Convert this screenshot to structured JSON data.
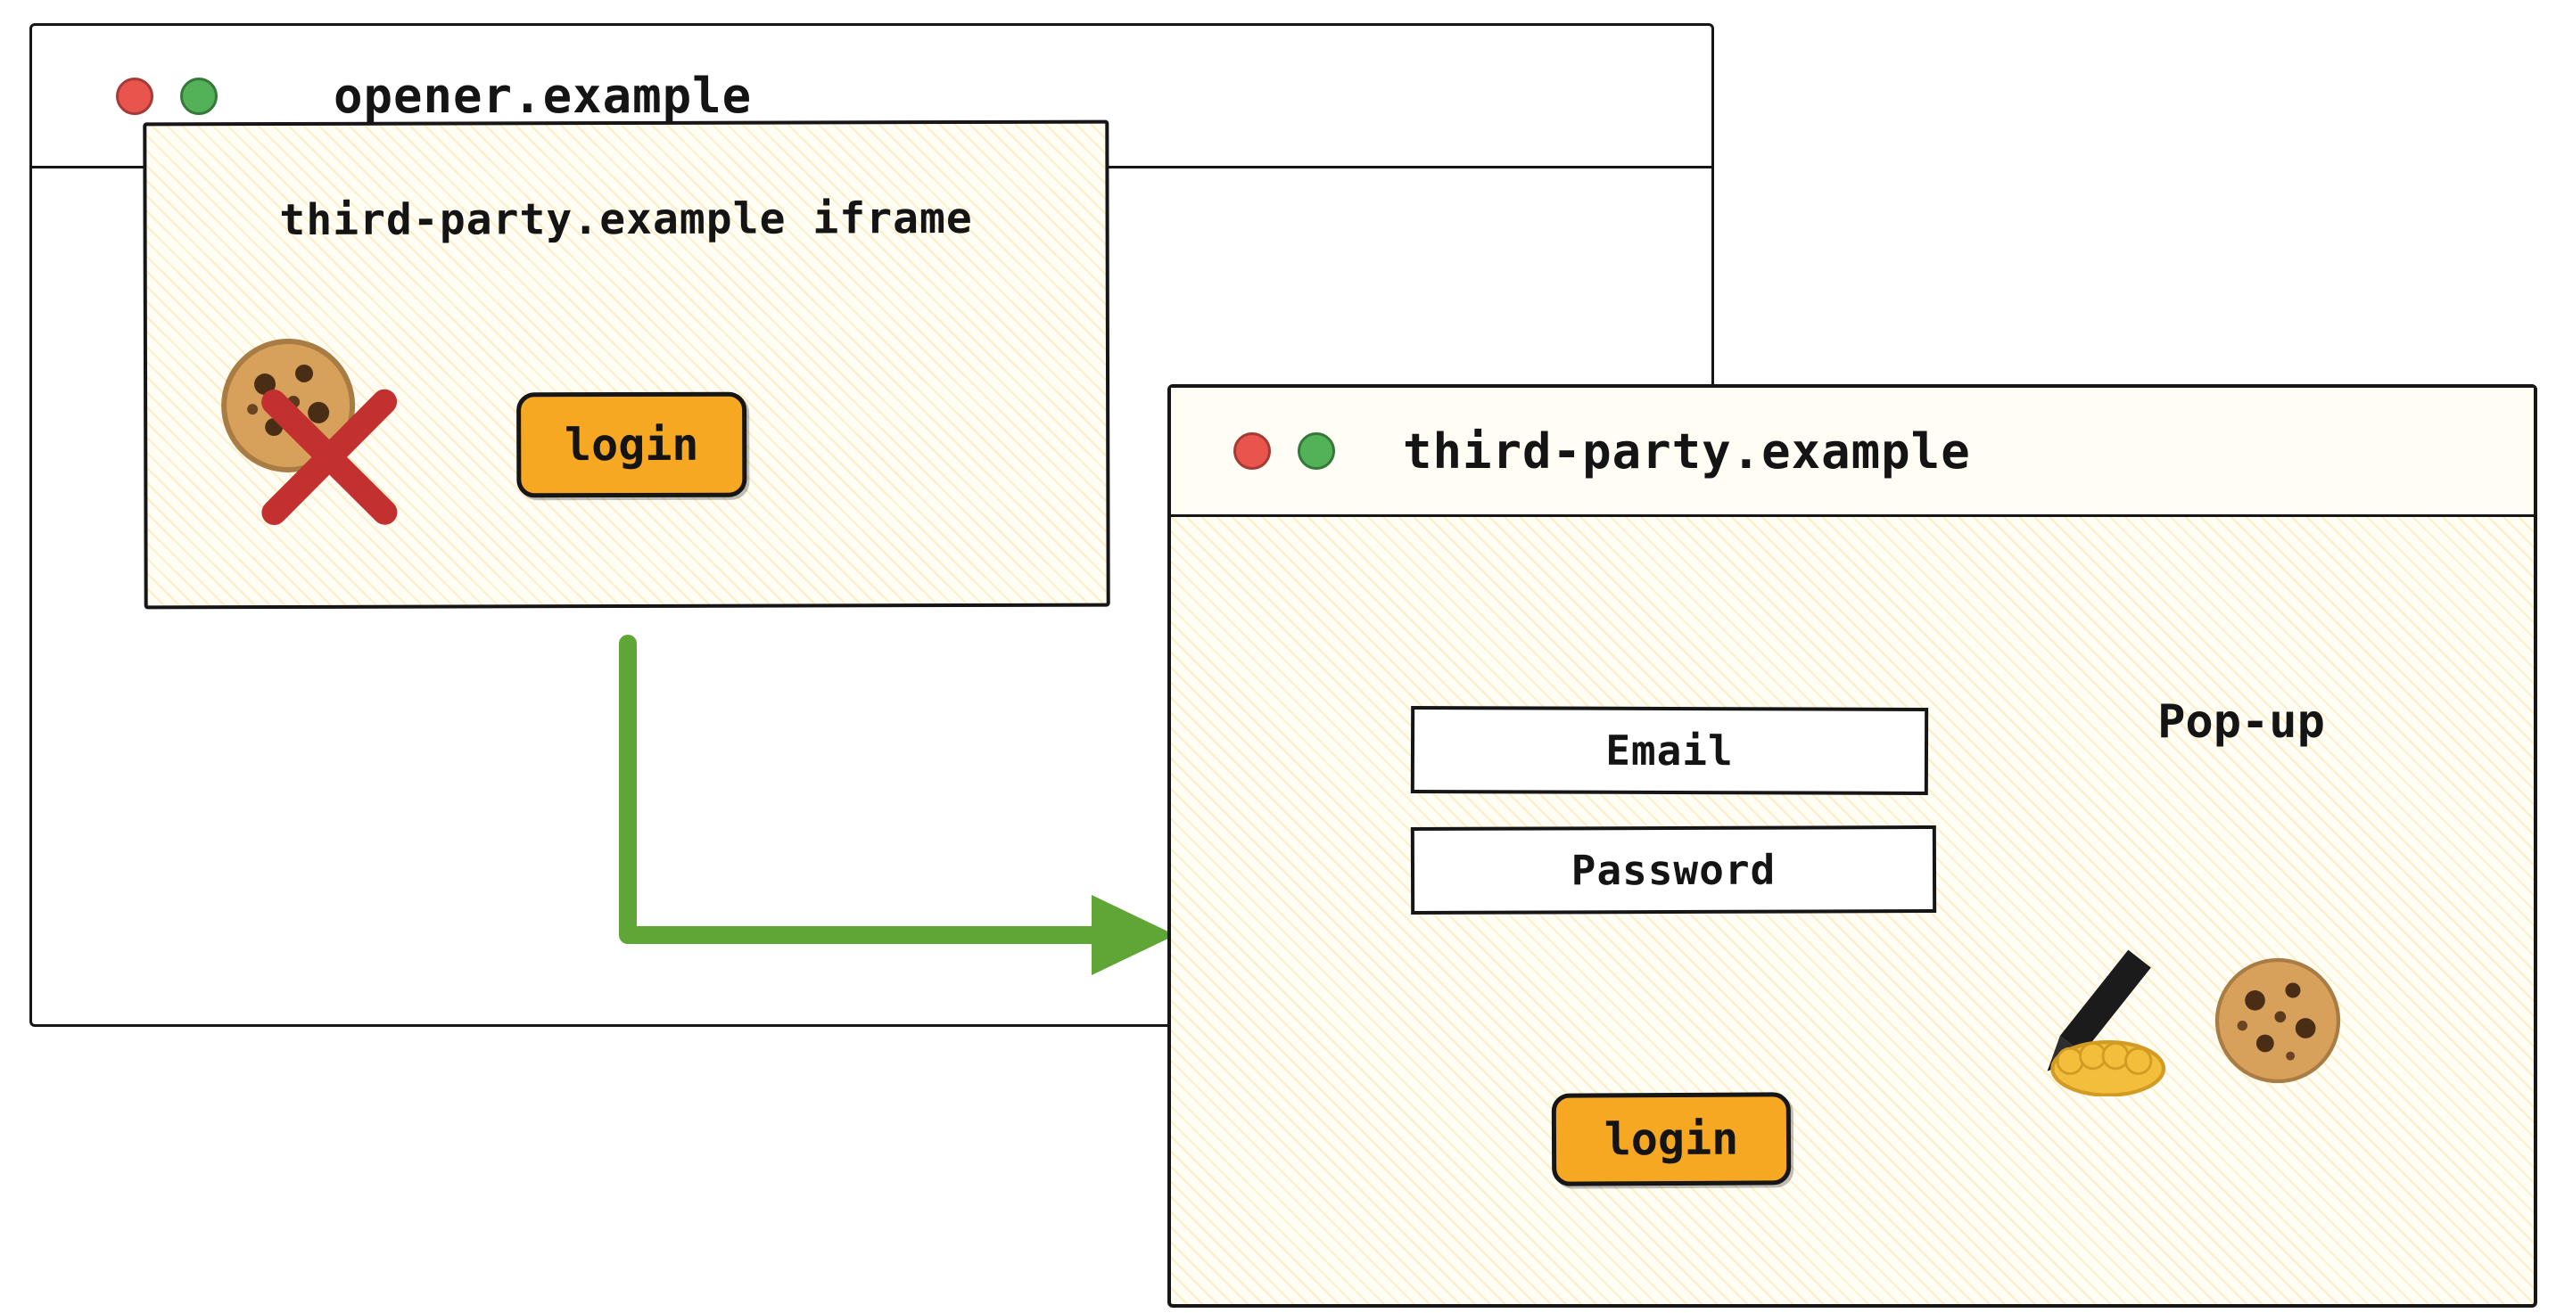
{
  "opener_window": {
    "title": "opener.example",
    "iframe": {
      "label": "third-party.example iframe",
      "login_label": "login"
    }
  },
  "popup_window": {
    "title": "third-party.example",
    "annotation": "Pop-up",
    "email_placeholder": "Email",
    "password_placeholder": "Password",
    "login_label": "login"
  },
  "icons": {
    "blocked_cookie": "cookie-blocked-icon",
    "signature": "writing-hand-icon",
    "cookie": "cookie-icon"
  },
  "colors": {
    "button_orange": "#F7A823",
    "arrow_green": "#5FA636",
    "blocked_red": "#C23030",
    "traffic_red": "#E9544D",
    "traffic_green": "#53B158",
    "hatch_yellow": "#F3CD5C",
    "ink": "#161616"
  }
}
